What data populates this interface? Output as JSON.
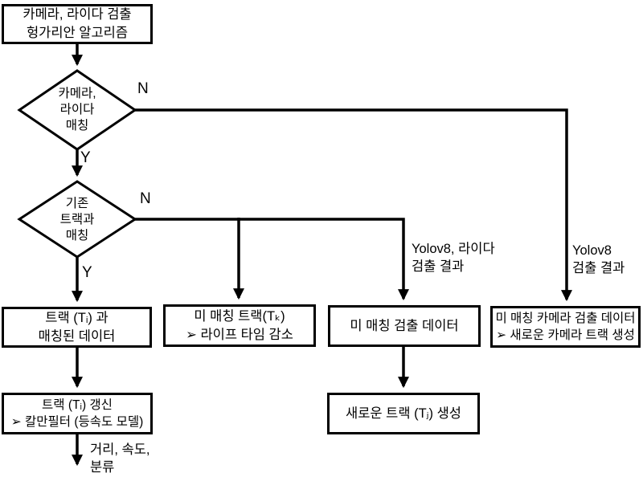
{
  "flowchart": {
    "colors": {
      "stroke": "#000000",
      "fill": "#ffffff",
      "text": "#000000"
    },
    "nodes": {
      "hungarian": {
        "lines": [
          "카메라, 라이다 검출",
          "헝가리안 알고리즘"
        ]
      },
      "cam_lidar_match": {
        "lines": [
          "카메라,",
          "라이다",
          "매칭"
        ]
      },
      "existing_track_match": {
        "lines": [
          "기존",
          "트랙과",
          "매칭"
        ]
      },
      "matched_data": {
        "lines": [
          "트랙 (Tᵢ) 과",
          "매칭된 데이터"
        ]
      },
      "unmatched_track": {
        "lines": [
          "미 매칭 트랙(Tₖ)",
          "➢  라이프 타임 감소"
        ]
      },
      "unmatched_detection": {
        "lines": [
          "미 매칭 검출 데이터"
        ]
      },
      "unmatched_camera_detection": {
        "lines": [
          "미 매칭 카메라 검출 데이터",
          "➢  새로운 카메라 트랙 생성"
        ]
      },
      "track_update": {
        "lines": [
          "트랙 (Tᵢ) 갱신",
          "➢  칼만필터 (등속도 모델)"
        ]
      },
      "new_track": {
        "lines": [
          "새로운 트랙 (Tⱼ) 생성"
        ]
      }
    },
    "labels": {
      "no1": "N",
      "yes1": "Y",
      "no2": "N",
      "yes2": "Y",
      "yolov8_lidar_result": [
        "Yolov8, 라이다",
        "검출 결과"
      ],
      "yolov8_result": [
        "Yolov8",
        "검출 결과"
      ],
      "final_output": [
        "거리, 속도,",
        "분류"
      ]
    }
  }
}
